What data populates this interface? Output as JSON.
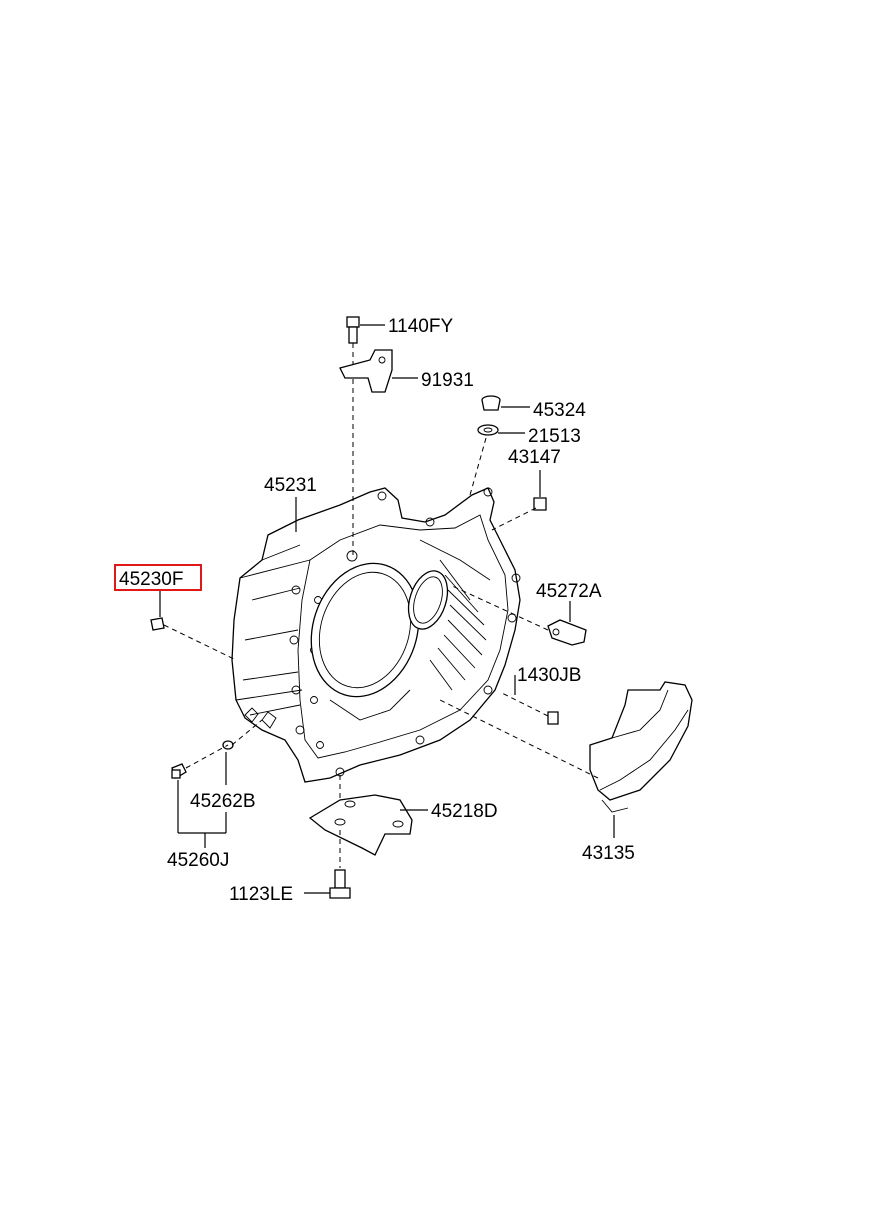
{
  "labels": {
    "p1140FY": "1140FY",
    "p91931": "91931",
    "p45324": "45324",
    "p21513": "21513",
    "p43147": "43147",
    "p45231": "45231",
    "p45230F": "45230F",
    "p45272A": "45272A",
    "p1430JB": "1430JB",
    "p45262B": "45262B",
    "p45218D": "45218D",
    "p43135": "43135",
    "p45260J": "45260J",
    "p1123LE": "1123LE"
  },
  "highlight": {
    "part": "45230F",
    "color": "#e01818"
  }
}
